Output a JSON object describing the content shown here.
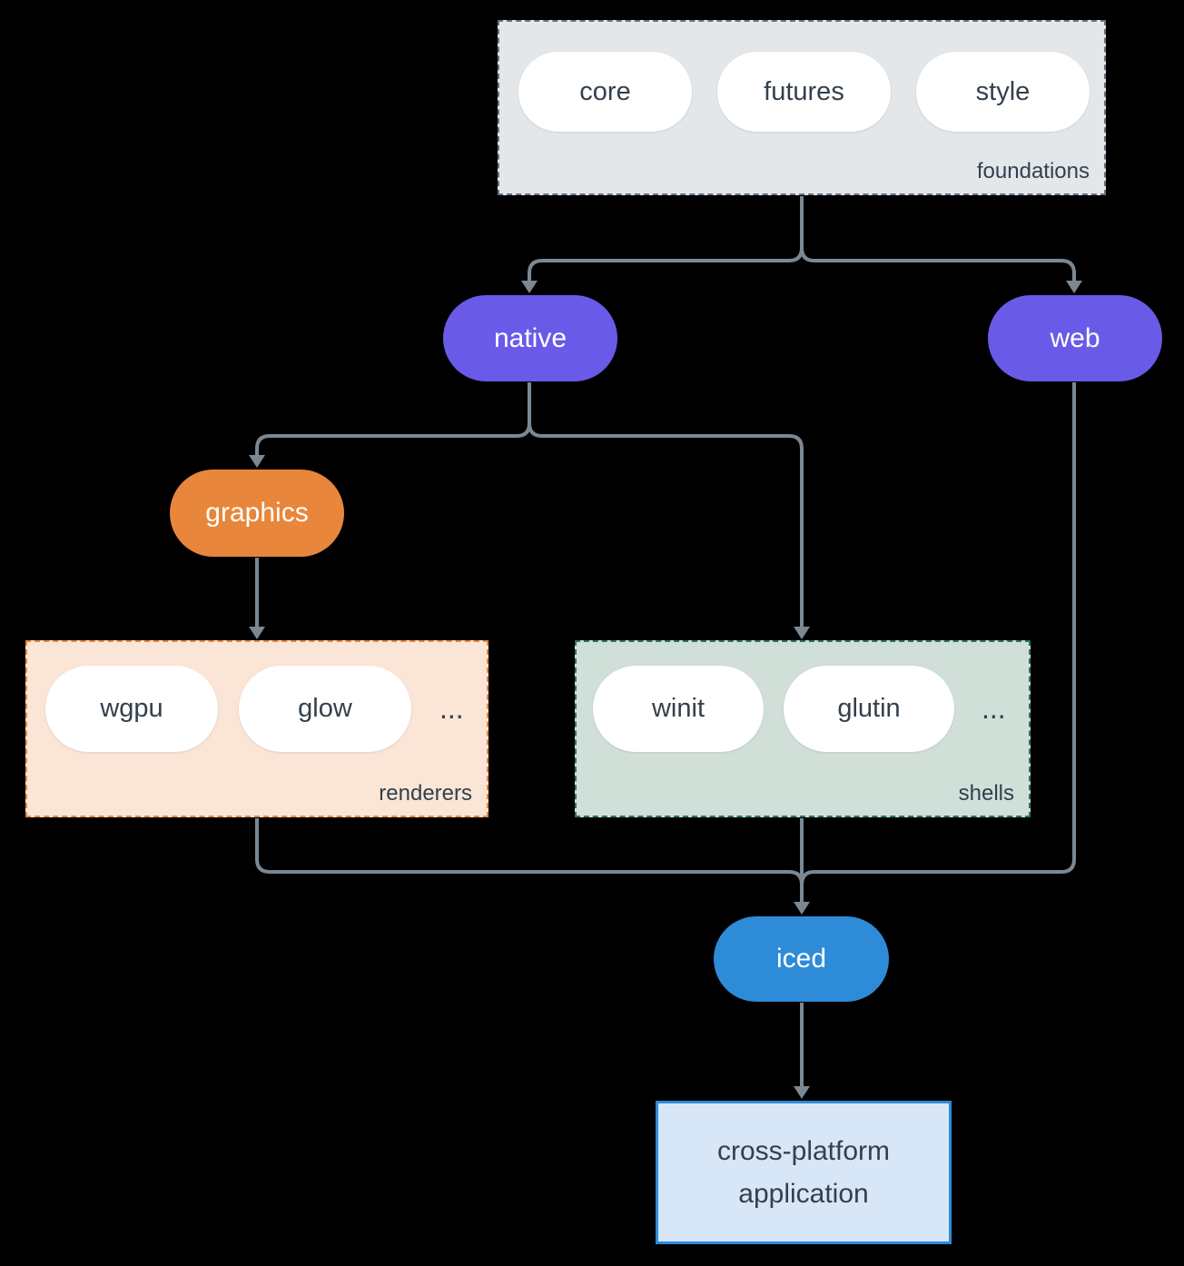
{
  "diagram": {
    "foundations": {
      "label": "foundations",
      "pills": [
        "core",
        "futures",
        "style"
      ]
    },
    "native": {
      "label": "native"
    },
    "web": {
      "label": "web"
    },
    "graphics": {
      "label": "graphics"
    },
    "renderers": {
      "label": "renderers",
      "pills": [
        "wgpu",
        "glow"
      ],
      "ellipsis": "..."
    },
    "shells": {
      "label": "shells",
      "pills": [
        "winit",
        "glutin"
      ],
      "ellipsis": "..."
    },
    "iced": {
      "label": "iced"
    },
    "application": {
      "label": "cross-platform application"
    }
  },
  "colors": {
    "background": "#000000",
    "node_purple": "#6A5AE8",
    "node_orange": "#E8863C",
    "node_blue": "#2E8BD8",
    "foundations_fill": "#E3E7EA",
    "foundations_border": "#64727F",
    "renderers_fill": "#FAE5D6",
    "renderers_border": "#E8863C",
    "shells_fill": "#D0DFD8",
    "shells_border": "#2C7265",
    "app_fill": "#D7E7F8",
    "app_border": "#2E8BD8",
    "connector": "#7A8894",
    "text_dark": "#33404D",
    "text_light": "#FFFFFF"
  }
}
